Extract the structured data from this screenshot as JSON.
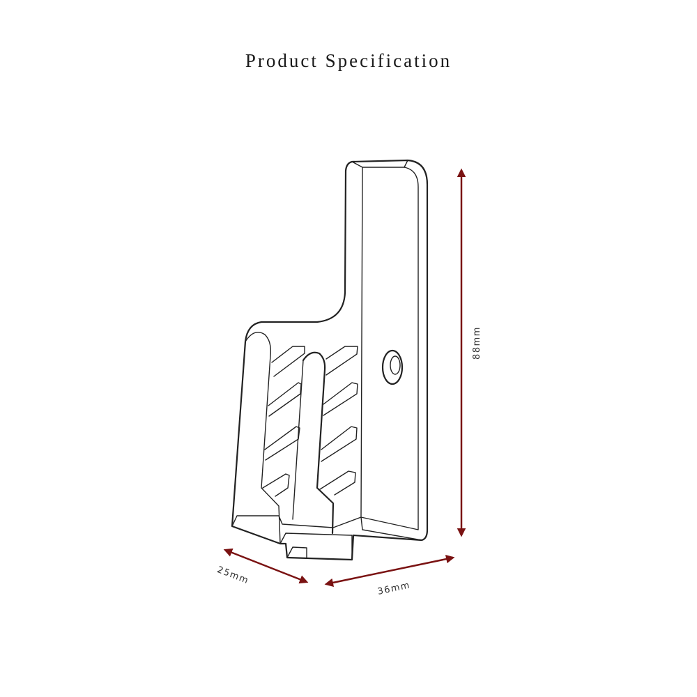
{
  "title": "Product Specification",
  "dimensions": {
    "height_label": "88mm",
    "depth_label": "25mm",
    "width_label": "36mm"
  },
  "colors": {
    "dimension_arrow": "#7a1212",
    "outline": "#222222"
  }
}
